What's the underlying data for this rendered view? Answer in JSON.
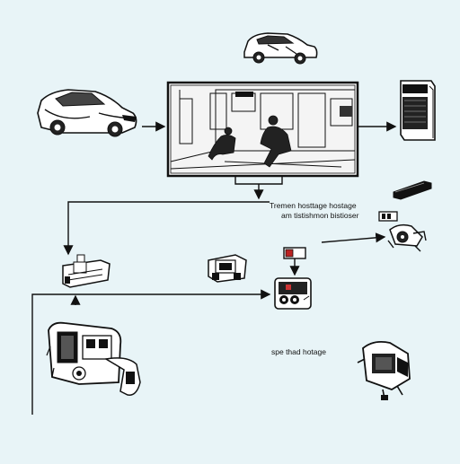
{
  "labels": {
    "caption_line1": "Tremen hosttage hostage",
    "caption_line2": "am tistishmon bistioser",
    "caption_bottom": "spe thad hotage"
  },
  "icons": [
    "car-icon",
    "small-car-icon",
    "surveillance-monitor-icon",
    "server-tower-icon",
    "card-module-icon",
    "tag-icon",
    "drone-camera-icon",
    "sensor-module-icon",
    "relay-module-icon",
    "control-box-icon",
    "camera-device-icon",
    "mounted-camera-icon",
    "rugged-scanner-icon",
    "turret-camera-icon"
  ],
  "colors": {
    "background": "#e8f4f7",
    "ink": "#111111"
  }
}
